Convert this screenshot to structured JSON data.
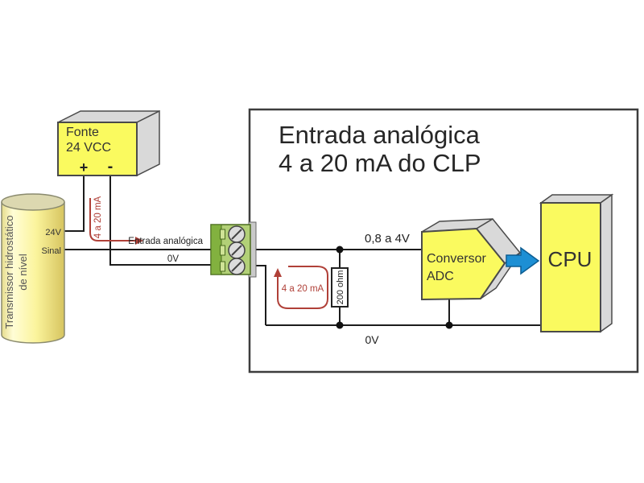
{
  "diagram": {
    "box_title": {
      "line1": "Entrada analógica",
      "line2": "4 a 20 mA do CLP"
    },
    "power_supply": {
      "name_line1": "Fonte",
      "name_line2": "24 VCC",
      "plus": "+",
      "minus": "-"
    },
    "transmitter": {
      "label_line1": "Transmissor hidrostático",
      "label_line2": "de nível",
      "terminal_top": "24V",
      "terminal_bottom": "Sinal"
    },
    "source_current_label": "4 a 20 mA",
    "terminals": {
      "analog_input": "Entrada analógica",
      "zero_volt": "0V"
    },
    "loop_current_label": "4 a 20 mA",
    "resistor_label": "200 ohm",
    "adc_input_voltage": "0,8 a 4V",
    "ground_label": "0V",
    "adc": {
      "line1": "Conversor",
      "line2": "ADC"
    },
    "cpu_label": "CPU"
  },
  "colors": {
    "component_yellow": "#FAFA5F",
    "bevel_gray": "#D9D9D9",
    "terminal_green": "#B2D077",
    "terminal_green_dark": "#82B13F",
    "annotation_red": "#B04038",
    "arrow_blue": "#1D8FD4",
    "wire_black": "#1C1C1C"
  }
}
